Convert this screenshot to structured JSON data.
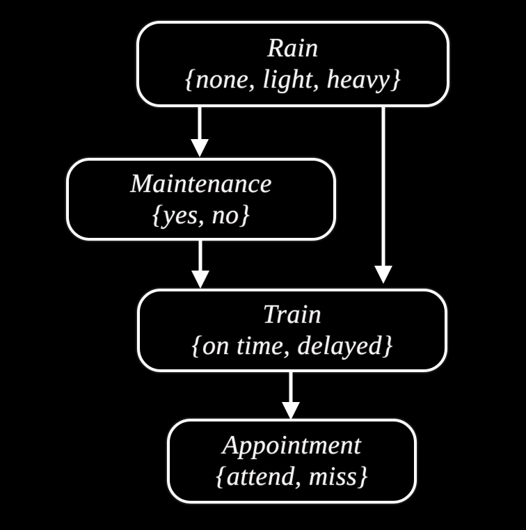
{
  "diagram": {
    "title": "",
    "background_color": "#000000",
    "node_border_color": "#ffffff",
    "node_text_color": "#f7f6f4",
    "edge_color": "#ffffff",
    "nodes": [
      {
        "id": "rain",
        "title": "Rain",
        "states": "{none, light, heavy}"
      },
      {
        "id": "maintenance",
        "title": "Maintenance",
        "states": "{yes, no}"
      },
      {
        "id": "train",
        "title": "Train",
        "states": "{on time, delayed}"
      },
      {
        "id": "appointment",
        "title": "Appointment",
        "states": "{attend, miss}"
      }
    ],
    "edges": [
      {
        "from": "rain",
        "to": "maintenance"
      },
      {
        "from": "rain",
        "to": "train"
      },
      {
        "from": "maintenance",
        "to": "train"
      },
      {
        "from": "train",
        "to": "appointment"
      }
    ]
  }
}
